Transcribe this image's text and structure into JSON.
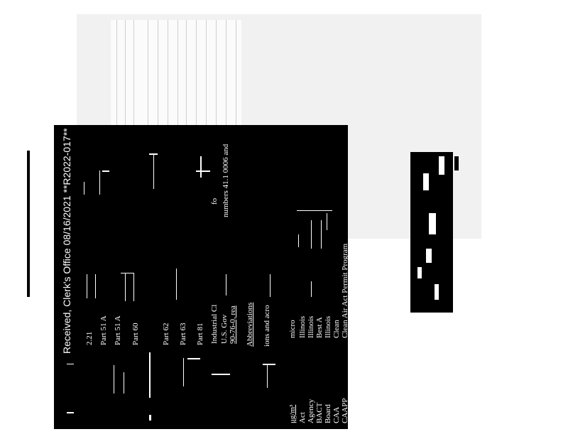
{
  "header": {
    "received_stamp": "Received, Clerk's Office 08/16/2021 **R2022-017**"
  },
  "references": [
    {
      "label": "2.21"
    },
    {
      "label": "Part 51 A"
    },
    {
      "label": "Part 51 A"
    },
    {
      "label": "Part 60"
    },
    {
      "label": "Part 62"
    },
    {
      "label": "Part 63"
    },
    {
      "label": "Part 81"
    },
    {
      "label": "Industrial Cl"
    },
    {
      "label": "U.S. Gov"
    },
    {
      "label": "90-76-0, rea"
    }
  ],
  "right_column": {
    "line1": "numbers 41.1 0006 and",
    "line2": "fo"
  },
  "abbreviations": {
    "heading": "Abbreviations",
    "intro": "ions and acro",
    "rows": [
      {
        "term": "μg/m³",
        "definition": "micro"
      },
      {
        "term": "Act",
        "definition": "Illinois"
      },
      {
        "term": "Agency",
        "definition": "Illinois"
      },
      {
        "term": "BACT",
        "definition": "Best A"
      },
      {
        "term": "Board",
        "definition": "Illinois"
      },
      {
        "term": "CAA",
        "definition": "Clean"
      },
      {
        "term": "CAAPP",
        "definition": "Clean Air Act Permit Program"
      }
    ]
  }
}
